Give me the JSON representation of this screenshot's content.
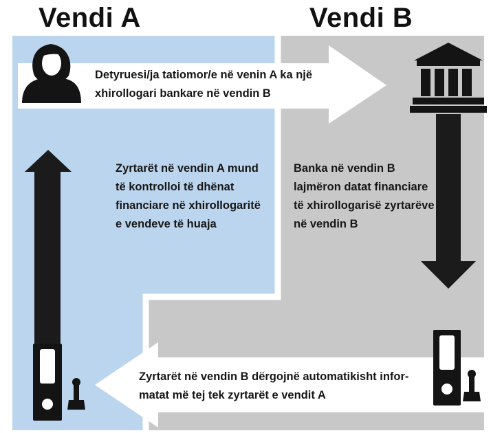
{
  "country_a": {
    "title": "Vendi A",
    "color": "#bcd5ee"
  },
  "country_b": {
    "title": "Vendi B",
    "color": "#c8c8c8"
  },
  "steps": {
    "top": "Detyruesi/ja tatiomor/e në venin A ka një\nxhirollogari bankare në vendin B",
    "right": "Banka në vendin B\nlajmëron datat financiare\ntë xhirollogarisë zyrtarëve\nnë vendin B",
    "bottom": "Zyrtarët në vendin B dërgojnë automatikisht infor-\nmatat më tej tek zyrtarët e vendit A",
    "left": "Zyrtarët në vendin A mund\ntë kontrolloi të dhënat\nfinanciare në xhirollogaritë\ne vendeve të huaja"
  },
  "icons": {
    "taxpayer": "woman-person-icon",
    "bank": "bank-building-icon",
    "office_a": "binder-stamp-icon",
    "office_b": "binder-stamp-icon"
  },
  "arrow_color": "#1b1b1b",
  "arrow_light_color": "#ffffff"
}
